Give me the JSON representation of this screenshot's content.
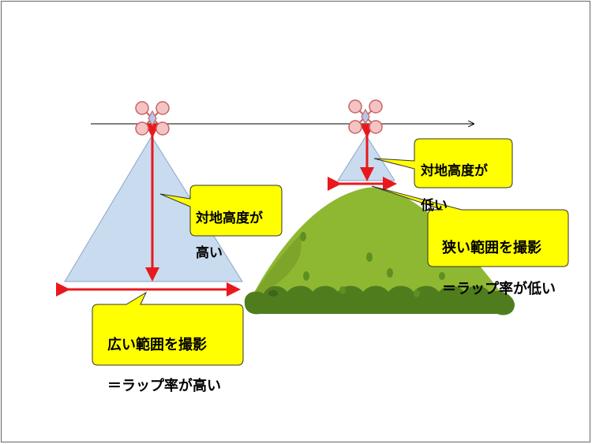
{
  "diagram": {
    "callouts": {
      "high_altitude": [
        "対地高度が",
        "高い"
      ],
      "low_altitude": [
        "対地高度が",
        "低い"
      ],
      "wide_range": [
        "広い範囲を撮影",
        "＝ラップ率が高い"
      ],
      "narrow_range": [
        "狭い範囲を撮影",
        "＝ラップ率が低い"
      ]
    },
    "colors": {
      "footprint_fill": "#c9dbee",
      "footprint_stroke": "#8aa6c8",
      "arrow": "#e8191d",
      "callout_fill": "#ffff00",
      "callout_stroke": "#333333",
      "hill_main": "#8fb832",
      "hill_dark": "#4f7d1e",
      "drone_rotor_fill": "#f4c4c4",
      "drone_rotor_stroke": "#c86464",
      "drone_body": "#b8c6ec",
      "flight_path": "#000000"
    },
    "icons": [
      "drone-icon",
      "hill-illustration",
      "flight-path-arrow"
    ]
  }
}
